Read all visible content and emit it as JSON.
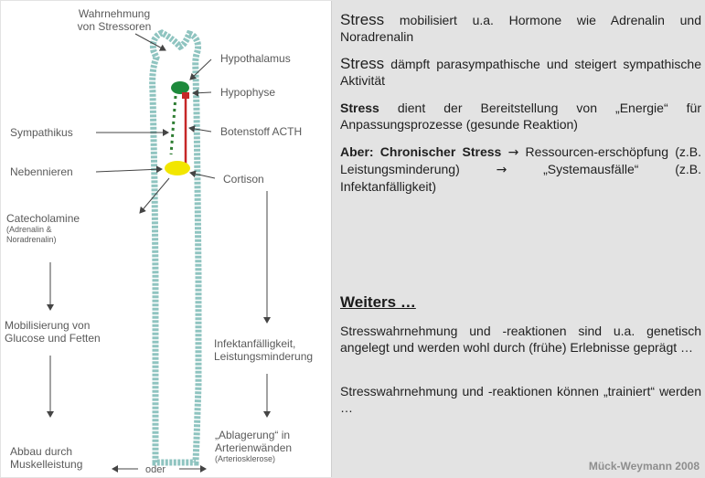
{
  "figure": {
    "labels": {
      "wahrnehmung_line1": "Wahrnehmung",
      "wahrnehmung_line2": "von Stressoren",
      "hypothalamus": "Hypothalamus",
      "hypophyse": "Hypophyse",
      "botenstoff": "Botenstoff ACTH",
      "sympathikus": "Sympathikus",
      "nebennieren": "Nebennieren",
      "cortison": "Cortison",
      "catecholamine": "Catecholamine",
      "catecholamine_sub1": "(Adrenalin &",
      "catecholamine_sub2": "Noradrenalin)",
      "mobilisierung_line1": "Mobilisierung von",
      "mobilisierung_line2": "Glucose und Fetten",
      "infekt_line1": "Infektanfälligkeit,",
      "infekt_line2": "Leistungsminderung",
      "abbau_line1": "Abbau durch",
      "abbau_line2": "Muskelleistung",
      "oder": "oder",
      "ablagerung_line1": "„Ablagerung“ in",
      "ablagerung_line2": "Arterienwänden",
      "ablagerung_line3": "(Arteriosklerose)"
    },
    "colors": {
      "body_outline": "#8fc4c0",
      "hypothalamus_dot": "#1e8a3c",
      "acth_line": "#c62828",
      "sympathikus_dots": "#2e7d32",
      "nebennieren": "#f2e600"
    }
  },
  "paragraphs": {
    "p1_stress": "Stress",
    "p1_rest": " mobilisiert u.a. Hormone wie Adrenalin und Noradrenalin",
    "p2_stress": "Stress",
    "p2_rest": " dämpft parasympathische und steigert sympathische Aktivität",
    "p3_bold": "Stress",
    "p3_rest": " dient der Bereitstellung von „Energie“ für Anpassungsprozesse (gesunde Reaktion)",
    "p4_bold": "Aber: Chronischer Stress",
    "p4_arrow1": "→",
    "p4_mid": " Ressourcen-erschöpfung (z.B. Leistungsminderung) ",
    "p4_arrow2": "→",
    "p4_end": " „Systemausfälle“ (z.B. Infektanfälligkeit)",
    "heading": "Weiters …",
    "p5": "Stresswahrnehmung und -reaktionen sind u.a. genetisch angelegt und werden wohl durch (frühe) Erlebnisse geprägt …",
    "p6": "Stresswahrnehmung und -reaktionen können „trainiert“ werden …"
  },
  "credit": "Mück-Weymann 2008"
}
